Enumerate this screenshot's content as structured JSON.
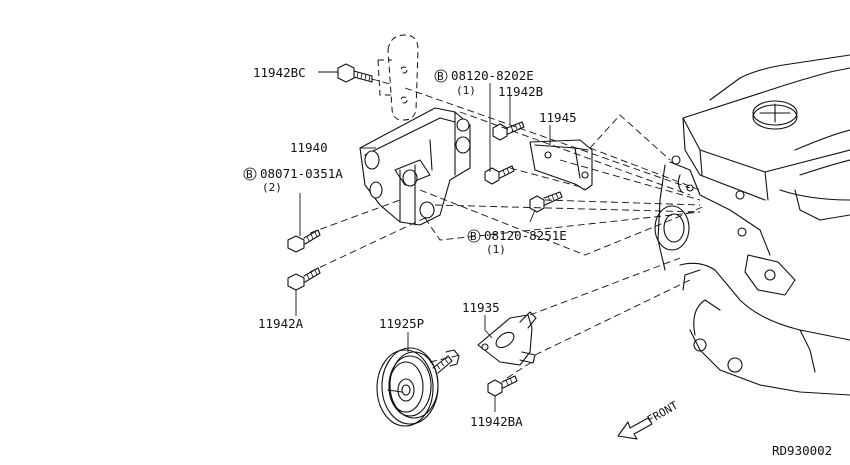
{
  "diagram_id": "RD930002",
  "front_label": "FRONT",
  "bolt_symbol": "B",
  "callouts": {
    "c11942BC": "11942BC",
    "c08120_8202E": "08120-8202E",
    "q08120_8202E": "(1)",
    "c11942B": "11942B",
    "c11945": "11945",
    "c11940": "11940",
    "c08071_0351A": "08071-0351A",
    "q08071_0351A": "(2)",
    "c08120_8251E": "08120-8251E",
    "q08120_8251E": "(1)",
    "c11942A": "11942A",
    "c11925P": "11925P",
    "c11935": "11935",
    "c11942BA": "11942BA"
  }
}
